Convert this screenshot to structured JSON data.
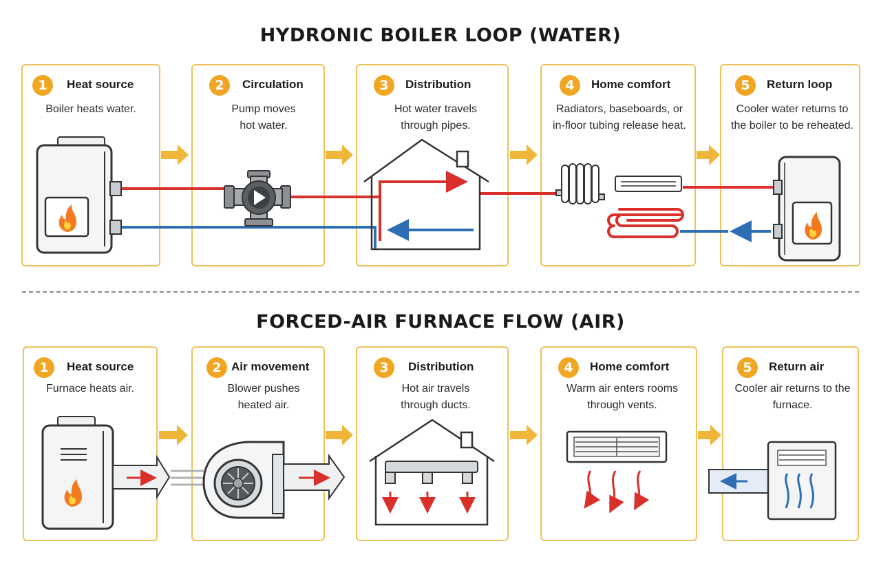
{
  "hydronic": {
    "title": "HYDRONIC BOILER LOOP (WATER)",
    "steps": [
      {
        "number": "1",
        "heading": "Heat source",
        "description": "Boiler heats water."
      },
      {
        "number": "2",
        "heading": "Circulation",
        "description": "Pump moves hot water."
      },
      {
        "number": "3",
        "heading": "Distribution",
        "description": "Hot water travels through pipes."
      },
      {
        "number": "4",
        "heading": "Home comfort",
        "description": "Radiators, baseboards, or in-floor tubing release heat."
      },
      {
        "number": "5",
        "heading": "Return loop",
        "description": "Cooler water returns to the boiler to be reheated."
      }
    ]
  },
  "forced_air": {
    "title": "FORCED-AIR FURNACE FLOW (AIR)",
    "steps": [
      {
        "number": "1",
        "heading": "Heat source",
        "description": "Furnace heats air."
      },
      {
        "number": "2",
        "heading": "Air movement",
        "description": "Blower pushes heated air."
      },
      {
        "number": "3",
        "heading": "Distribution",
        "description": "Hot air travels through ducts."
      },
      {
        "number": "4",
        "heading": "Home comfort",
        "description": "Warm air enters rooms through vents."
      },
      {
        "number": "5",
        "heading": "Return air",
        "description": "Cooler air returns to the furnace."
      }
    ]
  },
  "colors": {
    "accent": "#f0a623",
    "card_border": "#efc15a",
    "hot": "#d9302c",
    "cool": "#2f6db5",
    "flame": "#f47a1f"
  },
  "icons": [
    "boiler-icon",
    "pump-icon",
    "house-pipes-icon",
    "radiator-icon",
    "baseboard-icon",
    "floor-tubing-icon",
    "furnace-icon",
    "blower-icon",
    "house-ducts-icon",
    "vent-icon",
    "return-grille-icon",
    "flame-icon",
    "arrow-right-icon"
  ]
}
